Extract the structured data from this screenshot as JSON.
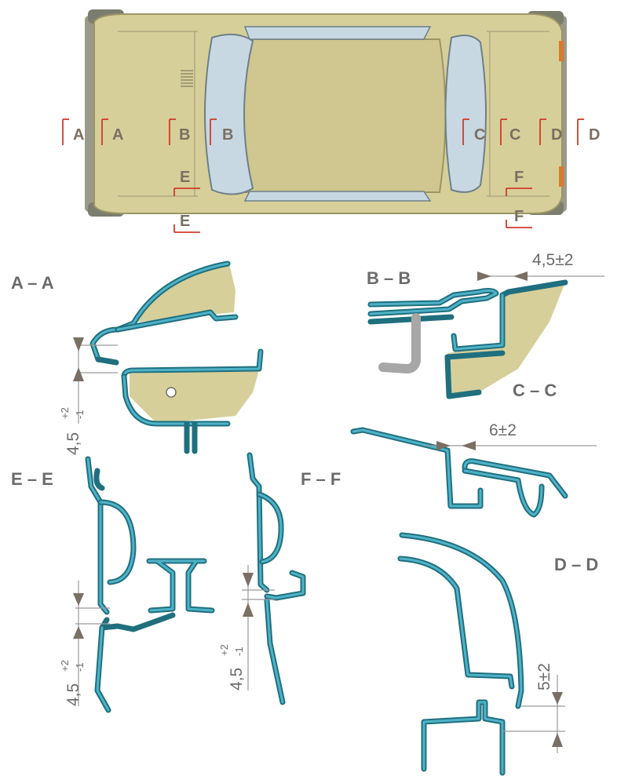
{
  "car": {
    "cut_markers": [
      "A",
      "A",
      "B",
      "B",
      "C",
      "C",
      "D",
      "D",
      "E",
      "E",
      "F",
      "F"
    ]
  },
  "sections": {
    "aa": "A – A",
    "bb": "B – B",
    "cc": "C – C",
    "dd": "D – D",
    "ee": "E – E",
    "ff": "F – F"
  },
  "dimensions": {
    "aa_gap": "4,5",
    "aa_tol_upper": "+2",
    "aa_tol_lower": "-1",
    "bb_gap": "4,5±2",
    "ff_top_gap": "6±2",
    "ee_gap": "4,5",
    "ee_tol_upper": "+2",
    "ee_tol_lower": "-1",
    "ff_gap": "4,5",
    "ff_tol_upper": "+2",
    "ff_tol_lower": "-1",
    "dd_gap": "5±2"
  },
  "colors": {
    "body": "#d6cf9a",
    "panel_edge": "#1f6f7e",
    "panel_highlight": "#4fb3c8",
    "marker": "#d23a2a"
  }
}
